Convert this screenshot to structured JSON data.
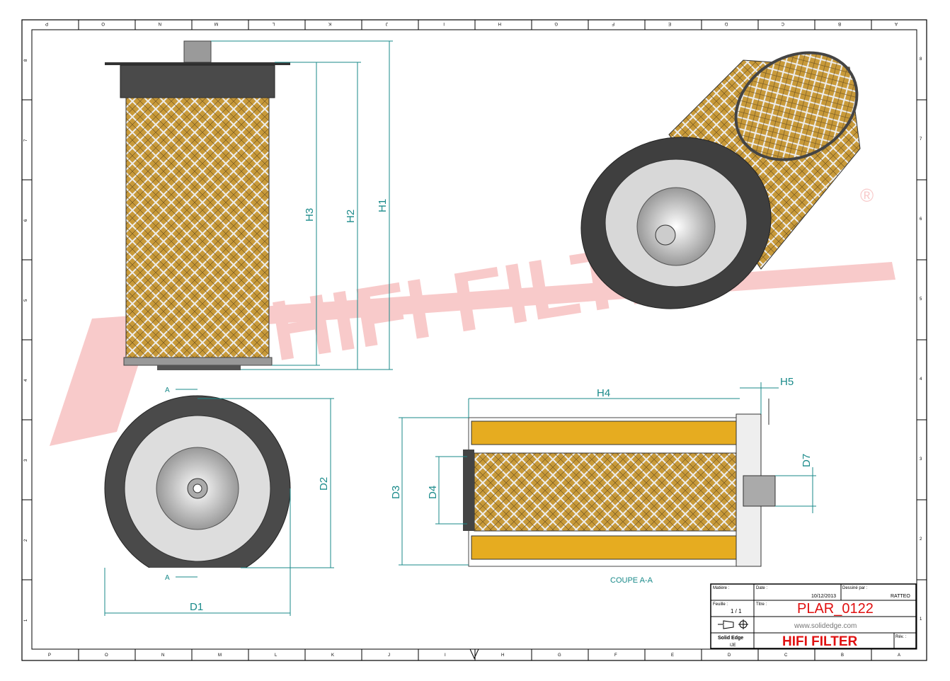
{
  "border": {
    "columns": [
      "P",
      "O",
      "N",
      "M",
      "L",
      "K",
      "J",
      "I",
      "H",
      "G",
      "F",
      "E",
      "D",
      "C",
      "B",
      "A"
    ],
    "rows": [
      "8",
      "7",
      "6",
      "5",
      "4",
      "3",
      "2",
      "1"
    ]
  },
  "dimensions": {
    "H1": "H1",
    "H2": "H2",
    "H3": "H3",
    "H4": "H4",
    "H5": "H5",
    "D1": "D1",
    "D2": "D2",
    "D3": "D3",
    "D4": "D4",
    "D7": "D7"
  },
  "section": {
    "marker": "A",
    "label": "COUPE A-A"
  },
  "watermark": {
    "text": "HIFI FILTER",
    "mark": "®"
  },
  "title_block": {
    "matiere_label": "Matière :",
    "date_label": "Date :",
    "date": "10/12/2013",
    "drawn_label": "Dessiné par :",
    "drawn_by": "RATTEO",
    "feuille_label": "Feuille :",
    "feuille": "1 / 1",
    "titre_label": "Titre :",
    "titre": "PLAR_0122",
    "website": "www.solidedge.com",
    "software": "Solid Edge",
    "software_sub": "IJE",
    "company": "HIFI FILTER",
    "rev_label": "Rév. :"
  },
  "colors": {
    "accent": "#e01010",
    "dim": "#1a8a8a",
    "filter": "#e0a820"
  }
}
